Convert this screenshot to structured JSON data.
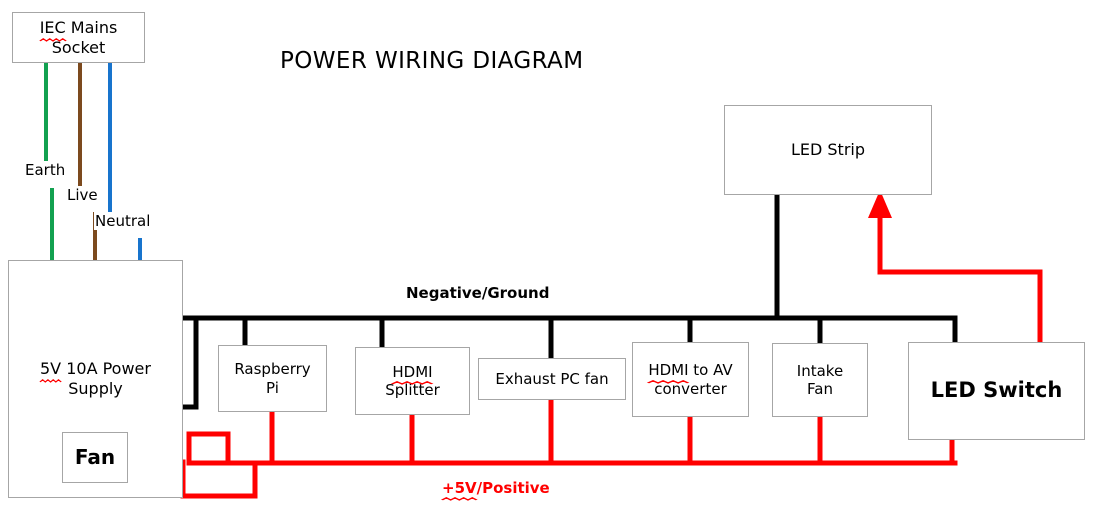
{
  "title": "POWER WIRING DIAGRAM",
  "colors": {
    "earth_wire": "#12a150",
    "live_wire": "#7c4a1e",
    "neutral_wire": "#1874cd",
    "ground_bus": "#000000",
    "positive_bus": "#ff0000",
    "box_border": "#a6a6a6",
    "background": "#ffffff",
    "spellcheck_underline": "#ff0000"
  },
  "nodes": {
    "iec_socket": {
      "label": "IEC Mains\nSocket",
      "misspelled": "IEC"
    },
    "power_supply": {
      "label": "5V 10A Power\nSupply",
      "misspelled": "5V"
    },
    "fan": {
      "label": "Fan"
    },
    "raspberry_pi": {
      "label": "Raspberry\nPi"
    },
    "hdmi_splitter": {
      "label": "HDMI\nSplitter",
      "misspelled": "HDMI"
    },
    "exhaust_pc_fan": {
      "label": "Exhaust PC fan"
    },
    "hdmi_to_av": {
      "label": "HDMI to AV\nconverter",
      "misspelled": "HDMI"
    },
    "intake_fan": {
      "label": "Intake\nFan"
    },
    "led_switch": {
      "label": "LED Switch"
    },
    "led_strip": {
      "label": "LED Strip"
    }
  },
  "wire_labels": {
    "earth": "Earth",
    "live": "Live",
    "neutral": "Neutral"
  },
  "bus_labels": {
    "negative": "Negative/Ground",
    "positive": "+5V/Positive"
  }
}
